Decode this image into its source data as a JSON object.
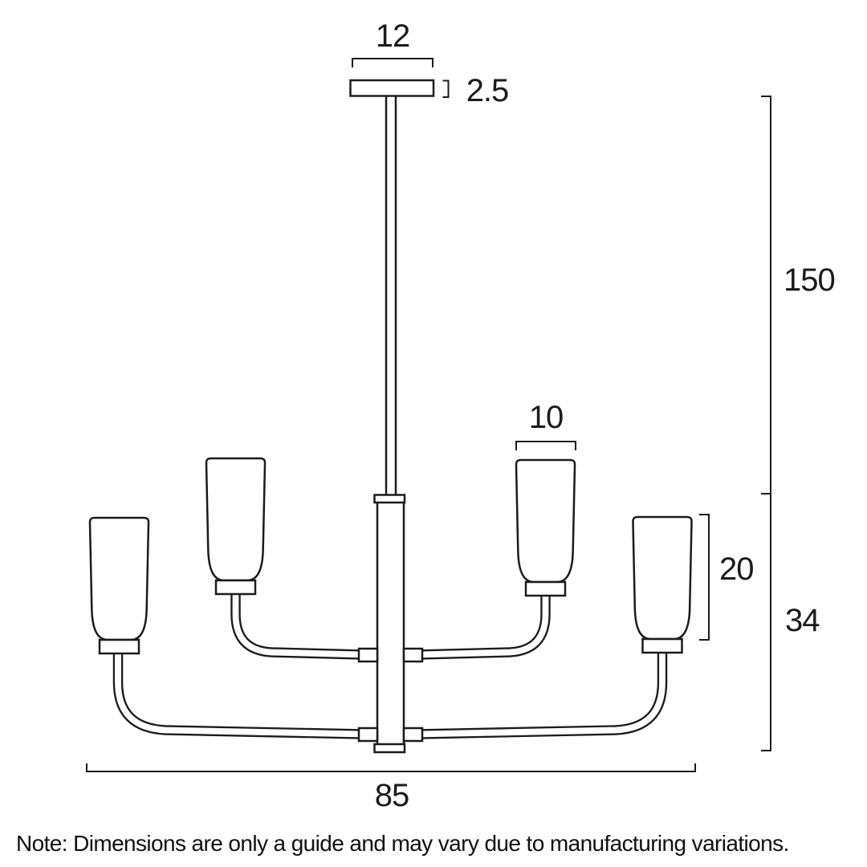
{
  "diagram": {
    "type": "product-dimension-drawing",
    "subject": "chandelier pendant light with four visible cylindrical glass shades",
    "background_color": "#ffffff",
    "line_color": "#1b1b1b",
    "dimensions": {
      "canopy_width": "12",
      "canopy_height": "2.5",
      "rod_drop": "150",
      "shade_width": "10",
      "shade_height": "20",
      "body_height": "34",
      "overall_width": "85"
    },
    "note": "Note: Dimensions are only a guide and may vary due to manufacturing variations."
  }
}
